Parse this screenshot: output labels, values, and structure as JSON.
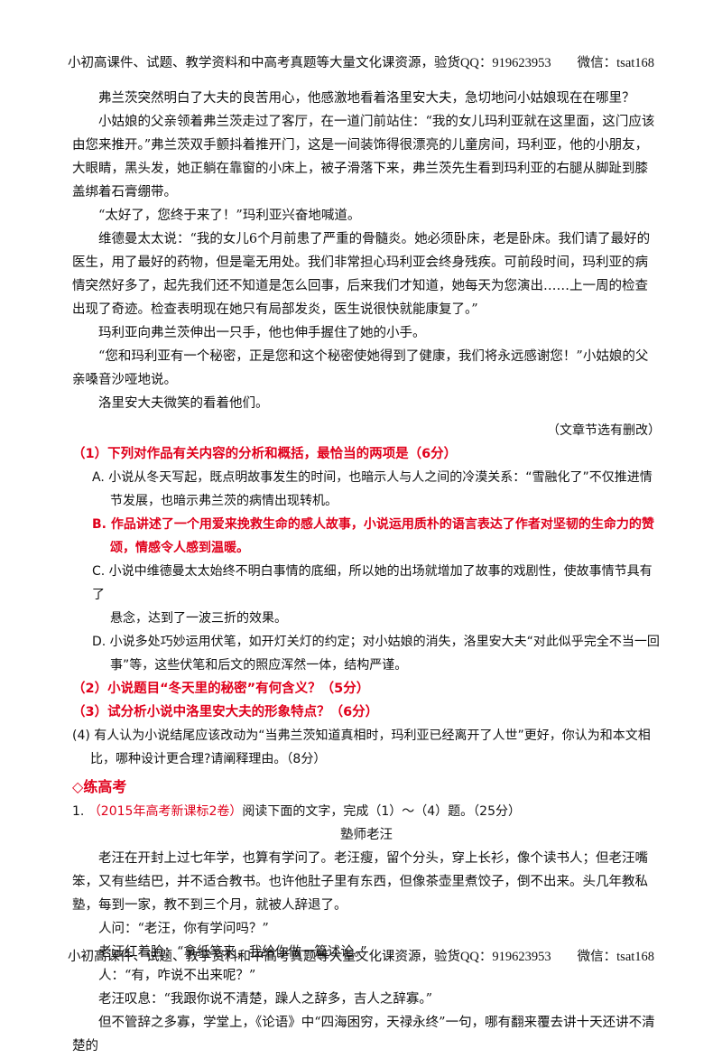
{
  "header_text": "小初高课件、试题、教学资料和中高考真题等大量文化课资源，验货QQ：919623953　　微信：tsat168",
  "footer_text": "小初高课件、试题、教学资料和中高考真题等大量文化课资源，验货QQ：919623953　　微信：tsat168",
  "story": {
    "paragraphs": [
      "弗兰茨突然明白了大夫的良苦用心，他感激地看着洛里安大夫，急切地问小姑娘现在在哪里？",
      "小姑娘的父亲领着弗兰茨走过了客厅，在一道门前站住：“我的女儿玛利亚就在这里面，这门应该由您来推开。”弗兰茨双手颤抖着推开门，这是一间装饰得很漂亮的儿童房间，玛利亚，他的小朋友，大眼睛，黑头发，她正躺在靠窗的小床上，被子滑落下来，弗兰茨先生看到玛利亚的右腿从脚趾到膝盖绑着石膏绷带。",
      "“太好了，您终于来了！”玛利亚兴奋地喊道。",
      "维德曼太太说：“我的女儿6个月前患了严重的骨髓炎。她必须卧床，老是卧床。我们请了最好的医生，用了最好的药物，但是毫无用处。我们非常担心玛利亚会终身残疾。可前段时间，玛利亚的病情突然好多了，起先我们还不知道是怎么回事，后来我们才知道，她每天为您演出……上一周的检查出现了奇迹。检查表明现在她只有局部发炎，医生说很快就能康复了。”",
      "玛利亚向弗兰茨伸出一只手，他也伸手握住了她的小手。",
      "“您和玛利亚有一个秘密，正是您和这个秘密使她得到了健康，我们将永远感谢您！”小姑娘的父亲嗓音沙哑地说。",
      "洛里安大夫微笑的看着他们。"
    ],
    "source_note": "（文章节选有删改）"
  },
  "questions": {
    "q1": "（1）下列对作品有关内容的分析和概括，最恰当的两项是（6分）",
    "optA_1": "A. 小说从冬天写起，既点明故事发生的时间，也暗示人与人之间的冷漠关系：“雪融化了”不仅推进情",
    "optA_2": "节发展，也暗示弗兰茨的病情出现转机。",
    "optB_1": "B. 作品讲述了一个用爱来挽救生命的感人故事，小说运用质朴的语言表达了作者对坚韧的生命力的赞",
    "optB_2": "颂，情感令人感到温暖。",
    "optC_1": "C. 小说中维德曼太太始终不明白事情的底细，所以她的出场就增加了故事的戏剧性，使故事情节具有了",
    "optC_2": "悬念，达到了一波三折的效果。",
    "optD_1": "D. 小说多处巧妙运用伏笔，如开灯关灯的约定；对小姑娘的消失，洛里安大夫“对此似乎完全不当一回",
    "optD_2": "事”等，这些伏笔和后文的照应浑然一体，结构严谨。",
    "q2": "（2）小说题目“冬天里的秘密”有何含义？（5分）",
    "q3": "（3）试分析小说中洛里安大夫的形象特点？（6分）",
    "q4_1": "(4) 有人认为小说结尾应该改动为“当弗兰茨知道真相时，玛利亚已经离开了人世”更好，你认为和本文相",
    "q4_2": "比，哪种设计更合理?请阐释理由。（8分）"
  },
  "section": {
    "marker": "◇",
    "title": "练高考"
  },
  "problem": {
    "number": "1.",
    "source": "（2015年高考新课标2卷）",
    "instruction": "阅读下面的文字，完成（1）～（4）题。（25分）",
    "article_title": "塾师老汪",
    "paragraphs": [
      "老汪在开封上过七年学，也算有学问了。老汪瘦，留个分头，穿上长衫，像个读书人；但老汪嘴笨，又有些结巴，并不适合教书。也许他肚子里有东西，但像茶壶里煮饺子，倒不出来。头几年教私塾，每到一家，教不到三个月，就被人辞退了。",
      "人问：“老汪，你有学问吗？”",
      "老汪红着脸：“拿纸笔来，我给你做一篇述论。”",
      "人：“有，咋说不出来呢？”",
      "老汪叹息：“我跟你说不清楚，躁人之辞多，吉人之辞寡。”",
      "但不管辞之多寡，学堂上，《论语》中“四海困穷，天禄永终”一句，哪有翻来覆去讲十天还讲不清楚的"
    ]
  }
}
